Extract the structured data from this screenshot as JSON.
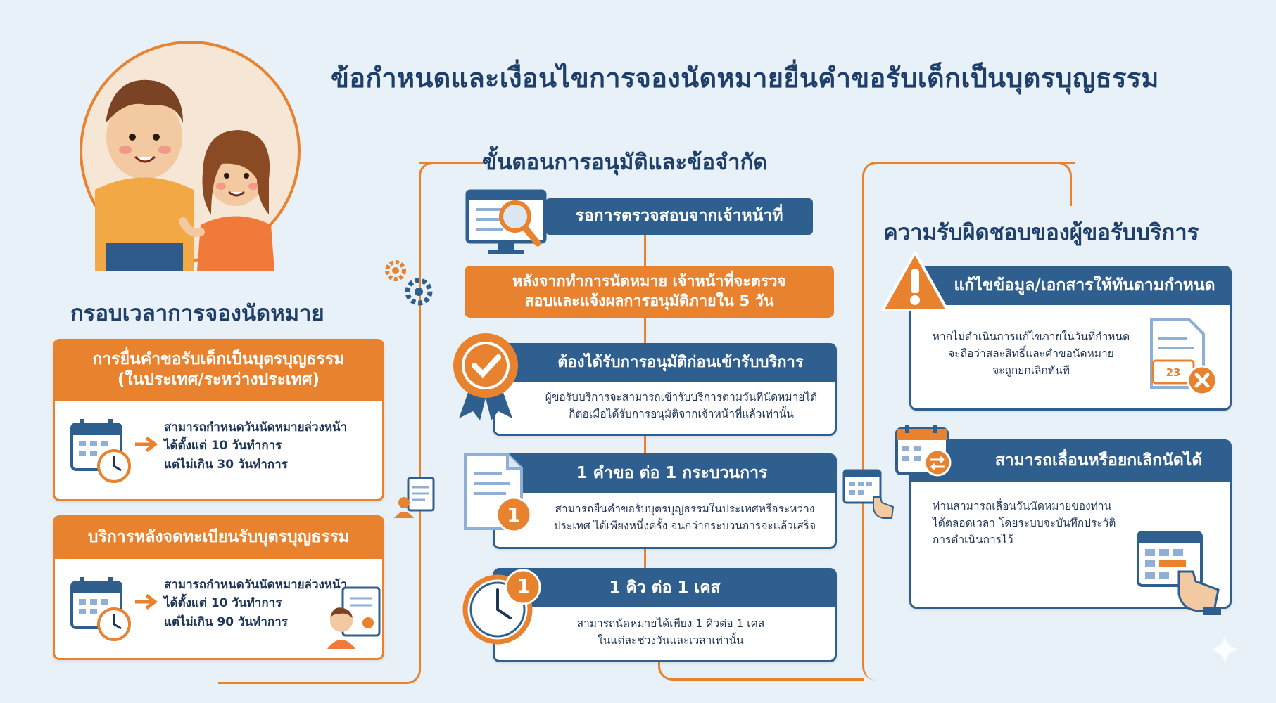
{
  "title": "ข้อกำหนดและเงื่อนไขการจองนัดหมายยื่นคำขอรับเด็กเป็นบุตรบุญธรรม",
  "left": {
    "section_title": "กรอบเวลาการจองนัดหมาย",
    "card1": {
      "header_line1": "การยื่นคำขอรับเด็กเป็นบุตรบุญธรรม",
      "header_line2": "(ในประเทศ/ระหว่างประเทศ)",
      "line1": "สามารถกำหนดวันนัดหมายล่วงหน้า",
      "line2": "ได้ตั้งแต่ 10 วันทำการ",
      "line3": "แต่ไม่เกิน 30 วันทำการ"
    },
    "card2": {
      "header": "บริการหลังจดทะเบียนรับบุตรบุญธรรม",
      "line1": "สามารถกำหนดวันนัดหมายล่วงหน้า",
      "line2": "ได้ตั้งแต่ 10 วันทำการ",
      "line3": "แต่ไม่เกิน 90 วันทำการ"
    }
  },
  "middle": {
    "section_title": "ขั้นตอนการอนุมัติและข้อจำกัด",
    "step1_label": "รอการตรวจสอบจากเจ้าหน้าที่",
    "step1_detail_line1": "หลังจากทำการนัดหมาย เจ้าหน้าที่จะตรวจ",
    "step1_detail_line2": "สอบและแจ้งผลการอนุมัติภายใน 5 วัน",
    "step2_header": "ต้องได้รับการอนุมัติก่อนเข้ารับบริการ",
    "step2_line1": "ผู้ขอรับบริการจะสามารถเข้ารับบริการตามวันที่นัดหมายได้",
    "step2_line2": "ก็ต่อเมื่อได้รับการอนุมัติจากเจ้าหน้าที่แล้วเท่านั้น",
    "step3_header": "1 คำขอ ต่อ 1 กระบวนการ",
    "step3_line1": "สามารถยื่นคำขอรับบุตรบุญธรรมในประเทศหรือระหว่าง",
    "step3_line2": "ประเทศ ได้เพียงหนึ่งครั้ง จนกว่ากระบวนการจะแล้วเสร็จ",
    "step3_badge": "1",
    "step4_header": "1 คิว ต่อ 1 เคส",
    "step4_line1": "สามารถนัดหมายได้เพียง 1 คิวต่อ 1 เคส",
    "step4_line2": "ในแต่ละช่วงวันและเวลาเท่านั้น",
    "step4_badge": "1"
  },
  "right": {
    "section_title": "ความรับผิดชอบของผู้ขอรับบริการ",
    "card1": {
      "header": "แก้ไขข้อมูล/เอกสารให้ทันตามกำหนด",
      "line1": "หากไม่ดำเนินการแก้ไขภายในวันที่กำหนด",
      "line2": "จะถือว่าสละสิทธิ์และคำขอนัดหมาย",
      "line3": "จะถูกยกเลิกทันที",
      "calendar_number": "23"
    },
    "card2": {
      "header": "สามารถเลื่อนหรือยกเลิกนัดได้",
      "line1": "ท่านสามารถเลื่อนวันนัดหมายของท่าน",
      "line2": "ได้ตลอดเวลา โดยระบบจะบันทึกประวัติ",
      "line3": "การดำเนินการไว้"
    }
  },
  "colors": {
    "navy": "#1f3f6b",
    "orange": "#e8822e",
    "blue": "#2e5f8f",
    "background": "#e9f1f8"
  }
}
